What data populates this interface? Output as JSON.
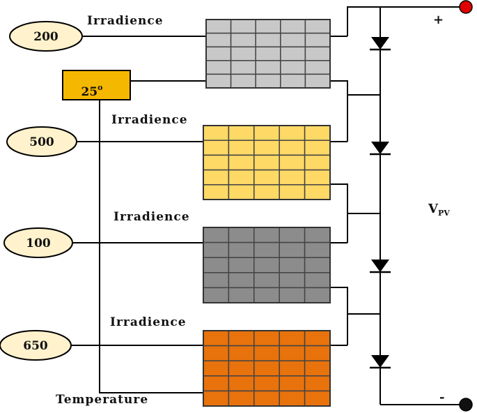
{
  "diagram": {
    "panels": [
      {
        "irradiance_value": "200",
        "irradiance_label": "Irradience",
        "fill": "#c8c8c8"
      },
      {
        "irradiance_value": "500",
        "irradiance_label": "Irradience",
        "fill": "#ffd966"
      },
      {
        "irradiance_value": "100",
        "irradiance_label": "Irradience",
        "fill": "#8c8c8c"
      },
      {
        "irradiance_value": "650",
        "irradiance_label": "Irradience",
        "fill": "#e8720c"
      }
    ],
    "temperature": {
      "value": "25",
      "degree": "o",
      "label": "Temperature",
      "fill": "#f5b800"
    },
    "output": {
      "voltage_symbol": "V",
      "voltage_subscript": "PV",
      "positive_sign": "+",
      "negative_sign": "-",
      "positive_terminal_color": "#e00000",
      "negative_terminal_color": "#111111"
    },
    "colors": {
      "irradiance_oval_fill": "#fff2cc",
      "wire": "#000000"
    }
  }
}
